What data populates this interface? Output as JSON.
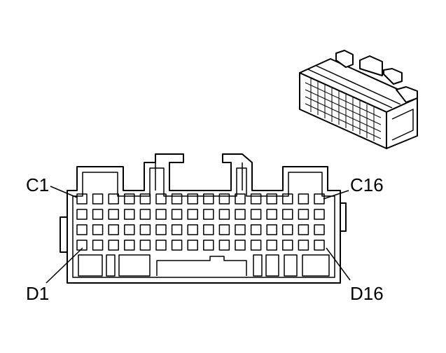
{
  "labels": {
    "c1": "C1",
    "c16": "C16",
    "d1": "D1",
    "d16": "D16"
  },
  "connector": {
    "rows": 4,
    "columns": 16
  },
  "colors": {
    "line": "#000000",
    "background": "#ffffff"
  }
}
